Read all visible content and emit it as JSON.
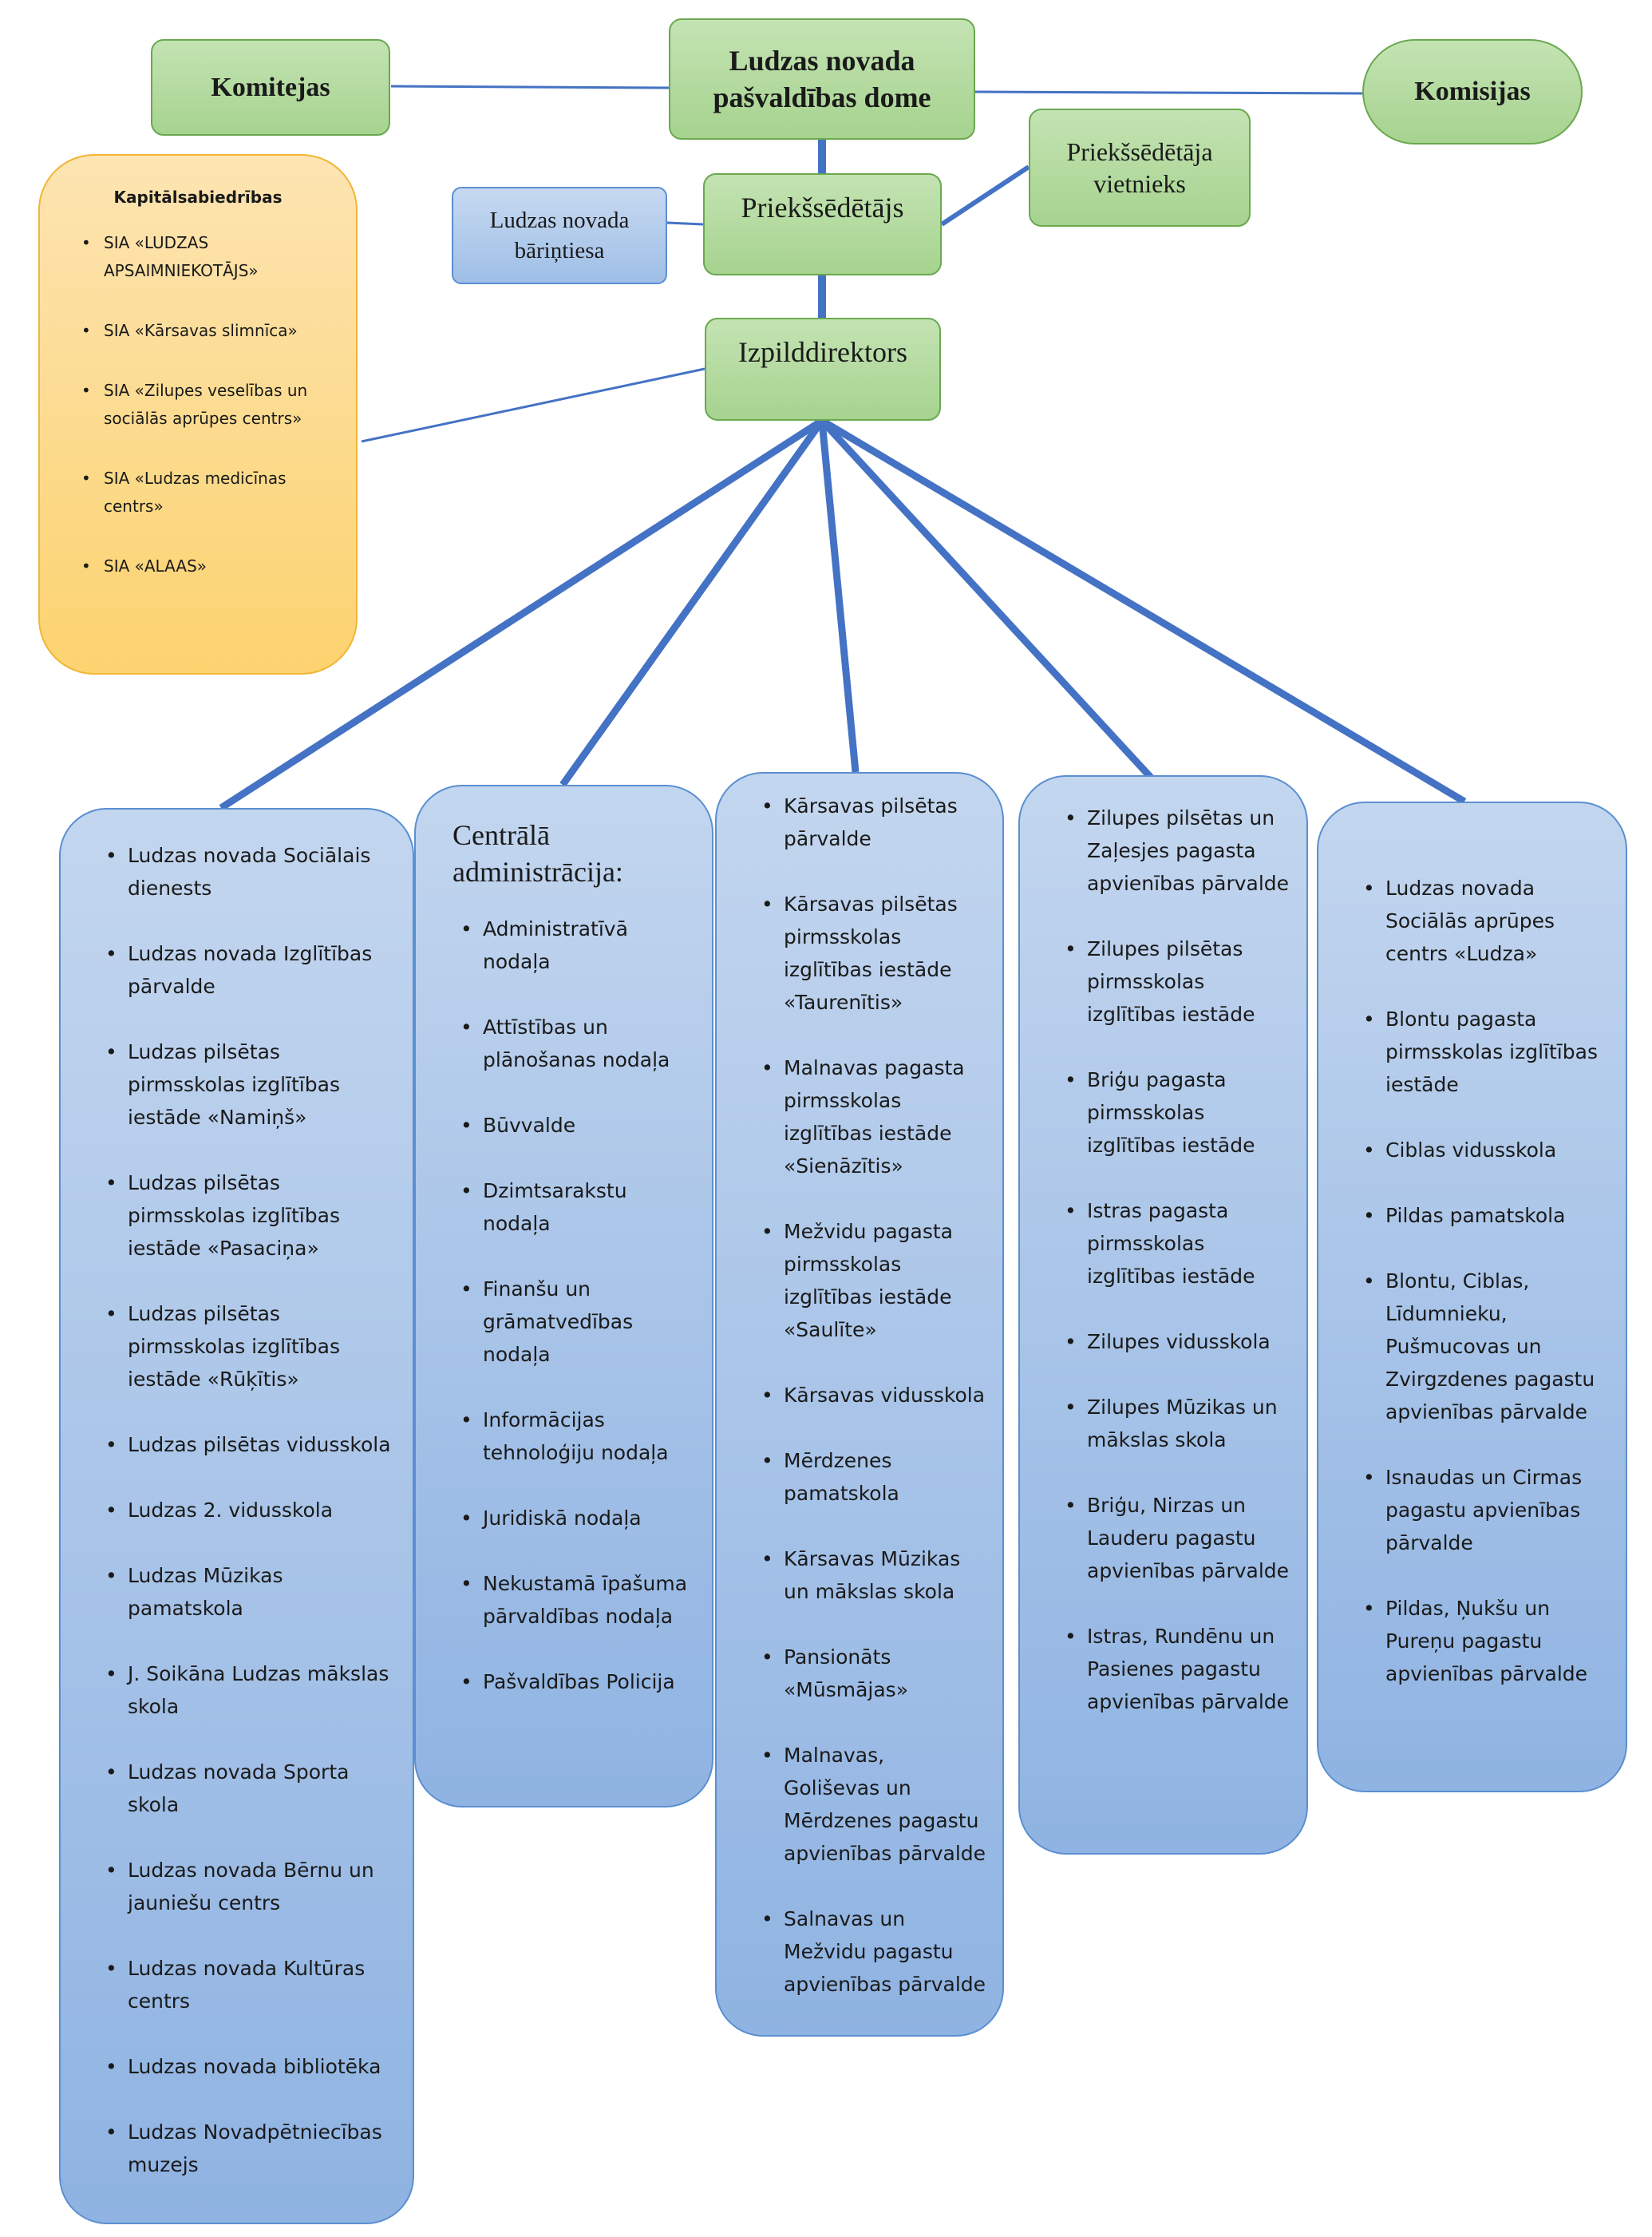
{
  "colors": {
    "connector": "#4472c4",
    "green_fill": "#a9d18e",
    "blue_fill": "#9dc3e6",
    "orange_fill": "#ffd966"
  },
  "top": {
    "komitejas": "Komitejas",
    "dome": "Ludzas novada pašvaldības dome",
    "komisijas": "Komisijas",
    "vietnieks": "Priekšsēdētāja vietnieks",
    "priekssedetajs": "Priekšsēdētājs",
    "barintiesa": "Ludzas novada bāriņtiesa",
    "izpilddirektors": "Izpilddirektors"
  },
  "kapitalsabiedribas": {
    "title": "Kapitālsabiedrības",
    "items": [
      "SIA «LUDZAS APSAIMNIEKOTĀJS»",
      "SIA «Kārsavas slimnīca»",
      "SIA «Zilupes veselības un sociālās aprūpes centrs»",
      "SIA «Ludzas medicīnas centrs»",
      "SIA «ALAAS»"
    ]
  },
  "columns": [
    {
      "heading": "",
      "items": [
        "Ludzas novada Sociālais dienests",
        "Ludzas novada Izglītības pārvalde",
        "Ludzas pilsētas pirmsskolas izglītības iestāde «Namiņš»",
        "Ludzas pilsētas pirmsskolas izglītības iestāde «Pasaciņa»",
        "Ludzas pilsētas pirmsskolas izglītības iestāde «Rūķītis»",
        "Ludzas pilsētas vidusskola",
        "Ludzas 2. vidusskola",
        "Ludzas Mūzikas pamatskola",
        "J. Soikāna Ludzas mākslas skola",
        "Ludzas novada Sporta skola",
        "Ludzas novada Bērnu un jauniešu centrs",
        "Ludzas novada Kultūras centrs",
        "Ludzas novada bibliotēka",
        "Ludzas Novadpētniecības muzejs"
      ]
    },
    {
      "heading": "Centrālā administrācija:",
      "items": [
        "Administratīvā nodaļa",
        "Attīstības un plānošanas nodaļa",
        "Būvvalde",
        "Dzimtsarakstu nodaļa",
        "Finanšu un grāmatvedības nodaļa",
        "Informācijas tehnoloģiju nodaļa",
        "Juridiskā nodaļa",
        "Nekustamā īpašuma pārvaldības nodaļa",
        "Pašvaldības Policija"
      ]
    },
    {
      "heading": "",
      "items": [
        "Kārsavas pilsētas pārvalde",
        "Kārsavas pilsētas pirmsskolas izglītības iestāde «Taurenītis»",
        "Malnavas pagasta pirmsskolas izglītības iestāde «Sienāzītis»",
        "Mežvidu pagasta pirmsskolas izglītības iestāde «Saulīte»",
        "Kārsavas vidusskola",
        "Mērdzenes pamatskola",
        "Kārsavas Mūzikas un mākslas skola",
        "Pansionāts «Mūsmājas»",
        "Malnavas, Goliševas un Mērdzenes pagastu apvienības pārvalde",
        "Salnavas un Mežvidu pagastu apvienības pārvalde"
      ]
    },
    {
      "heading": "",
      "items": [
        "Zilupes pilsētas un Zaļesjes pagasta apvienības pārvalde",
        "Zilupes pilsētas pirmsskolas izglītības iestāde",
        "Briģu pagasta pirmsskolas izglītības iestāde",
        "Istras pagasta pirmsskolas izglītības iestāde",
        "Zilupes vidusskola",
        "Zilupes Mūzikas un mākslas skola",
        "Briģu, Nirzas un Lauderu pagastu apvienības pārvalde",
        "Istras, Rundēnu un Pasienes pagastu apvienības pārvalde"
      ]
    },
    {
      "heading": "",
      "items": [
        "Ludzas novada Sociālās aprūpes centrs «Ludza»",
        "Blontu pagasta pirmsskolas izglītības iestāde",
        "Ciblas vidusskola",
        "Pildas pamatskola",
        "Blontu, Ciblas, Līdumnieku, Pušmucovas un Zvirgzdenes pagastu apvienības pārvalde",
        "Isnaudas un Cirmas pagastu apvienības pārvalde",
        "Pildas, Ņukšu un Pureņu pagastu apvienības pārvalde"
      ]
    }
  ]
}
